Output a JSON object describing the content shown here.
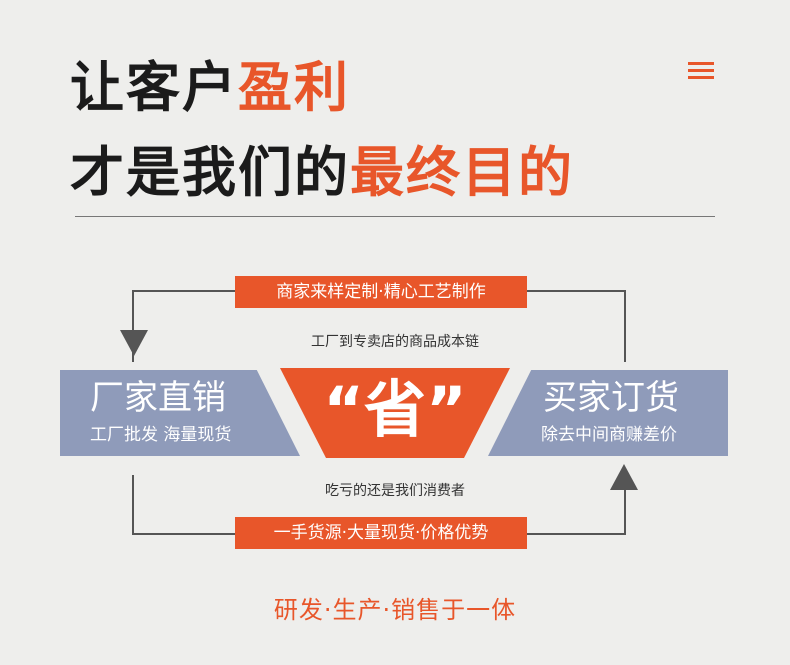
{
  "headline": {
    "line1_plain": "让客户",
    "line1_highlight": "盈利",
    "line2_plain": "才是我们的",
    "line2_highlight": "最终目的"
  },
  "menu_icon": "hamburger-menu-icon",
  "flow": {
    "top_pill": "商家来样定制·精心工艺制作",
    "top_caption": "工厂到专卖店的商品成本链",
    "left_title": "厂家直销",
    "left_sub": "工厂批发 海量现货",
    "center": "“省”",
    "right_title": "买家订货",
    "right_sub": "除去中间商赚差价",
    "bottom_caption": "吃亏的还是我们消费者",
    "bottom_pill": "一手货源·大量现货·价格优势"
  },
  "footer": "研发·生产·销售于一体",
  "colors": {
    "accent": "#e8562a",
    "side_blue": "#8f9bba",
    "text_dark": "#1b1b1b",
    "background": "#eeeeec"
  }
}
